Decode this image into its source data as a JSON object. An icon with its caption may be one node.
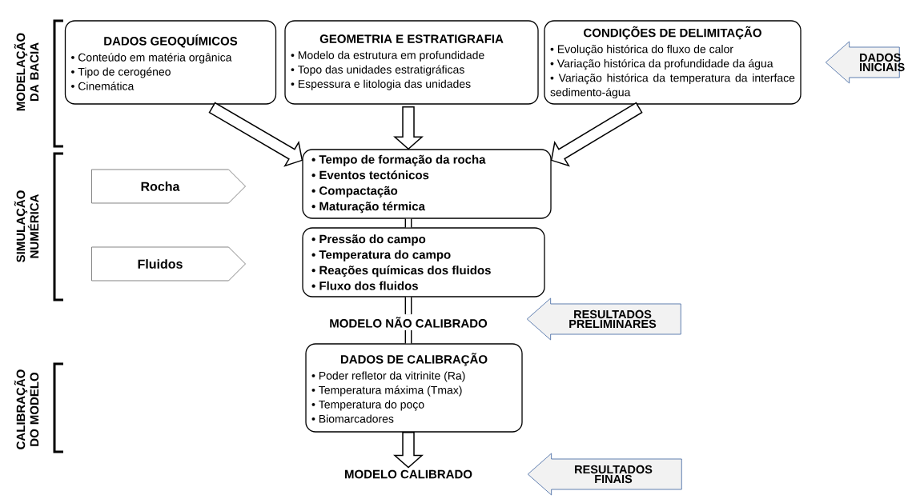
{
  "diagram": {
    "nodes": [
      {
        "text": [
          "DADOS GEOQUÍMICOS",
          "• Conteúdo em matéria orgânica",
          "• Tipo de cerogéneo",
          "• Cinemática"
        ]
      },
      {
        "text": [
          "GEOMETRIA E ESTRATIGRAFIA",
          "• Modelo da estrutura em profundidade",
          "• Topo das unidades estratigráficas",
          "• Espessura e litologia das unidades"
        ]
      },
      {
        "text": [
          "CONDIÇÕES DE DELIMITAÇÃO",
          "• Evolução histórica do fluxo de calor",
          "• Variação histórica da profundidade da água",
          "• Variação histórica da temperatura da interface sedimento-água"
        ]
      },
      {
        "text": [
          "• Tempo de formação da rocha",
          "• Eventos tectónicos",
          "• Compactação",
          "• Maturação térmica"
        ]
      },
      {
        "text": [
          "• Pressão do campo",
          "• Temperatura do campo",
          "• Reações químicas dos fluidos",
          "• Fluxo dos fluidos"
        ]
      },
      {
        "text": [
          "MODELO NÃO CALIBRADO"
        ]
      },
      {
        "text": [
          "DADOS DE CALIBRAÇÃO",
          "• Poder refletor da vitrinite (Ra)",
          "• Temperatura máxima (Tmax)",
          "• Temperatura do poço",
          "• Biomarcadores"
        ]
      },
      {
        "text": [
          "MODELO CALIBRADO"
        ]
      },
      {
        "text": [
          "Rocha"
        ]
      },
      {
        "text": [
          "Fluidos"
        ]
      },
      {
        "text": [
          "DADOS INICIAIS"
        ]
      },
      {
        "text": [
          "RESULTADOS PRELIMINARES"
        ]
      },
      {
        "text": [
          "RESULTADOS FINAIS"
        ]
      }
    ],
    "edges": [
      {
        "from": 0,
        "to": 3,
        "arrow": "to"
      },
      {
        "from": 1,
        "to": 3,
        "arrow": "to"
      },
      {
        "from": 2,
        "to": 3,
        "arrow": "to"
      },
      {
        "from": 3,
        "to": 4,
        "arrow": "none"
      },
      {
        "from": 4,
        "to": 5,
        "arrow": "none"
      },
      {
        "from": 5,
        "to": 6,
        "arrow": "none"
      },
      {
        "from": 6,
        "to": 7,
        "arrow": "to"
      }
    ],
    "labels": [
      "MODELAÇÃO DA BACIA",
      "SIMULAÇÃO NUMÉRICA",
      "CALIBRAÇÃO DO MODELO"
    ]
  }
}
